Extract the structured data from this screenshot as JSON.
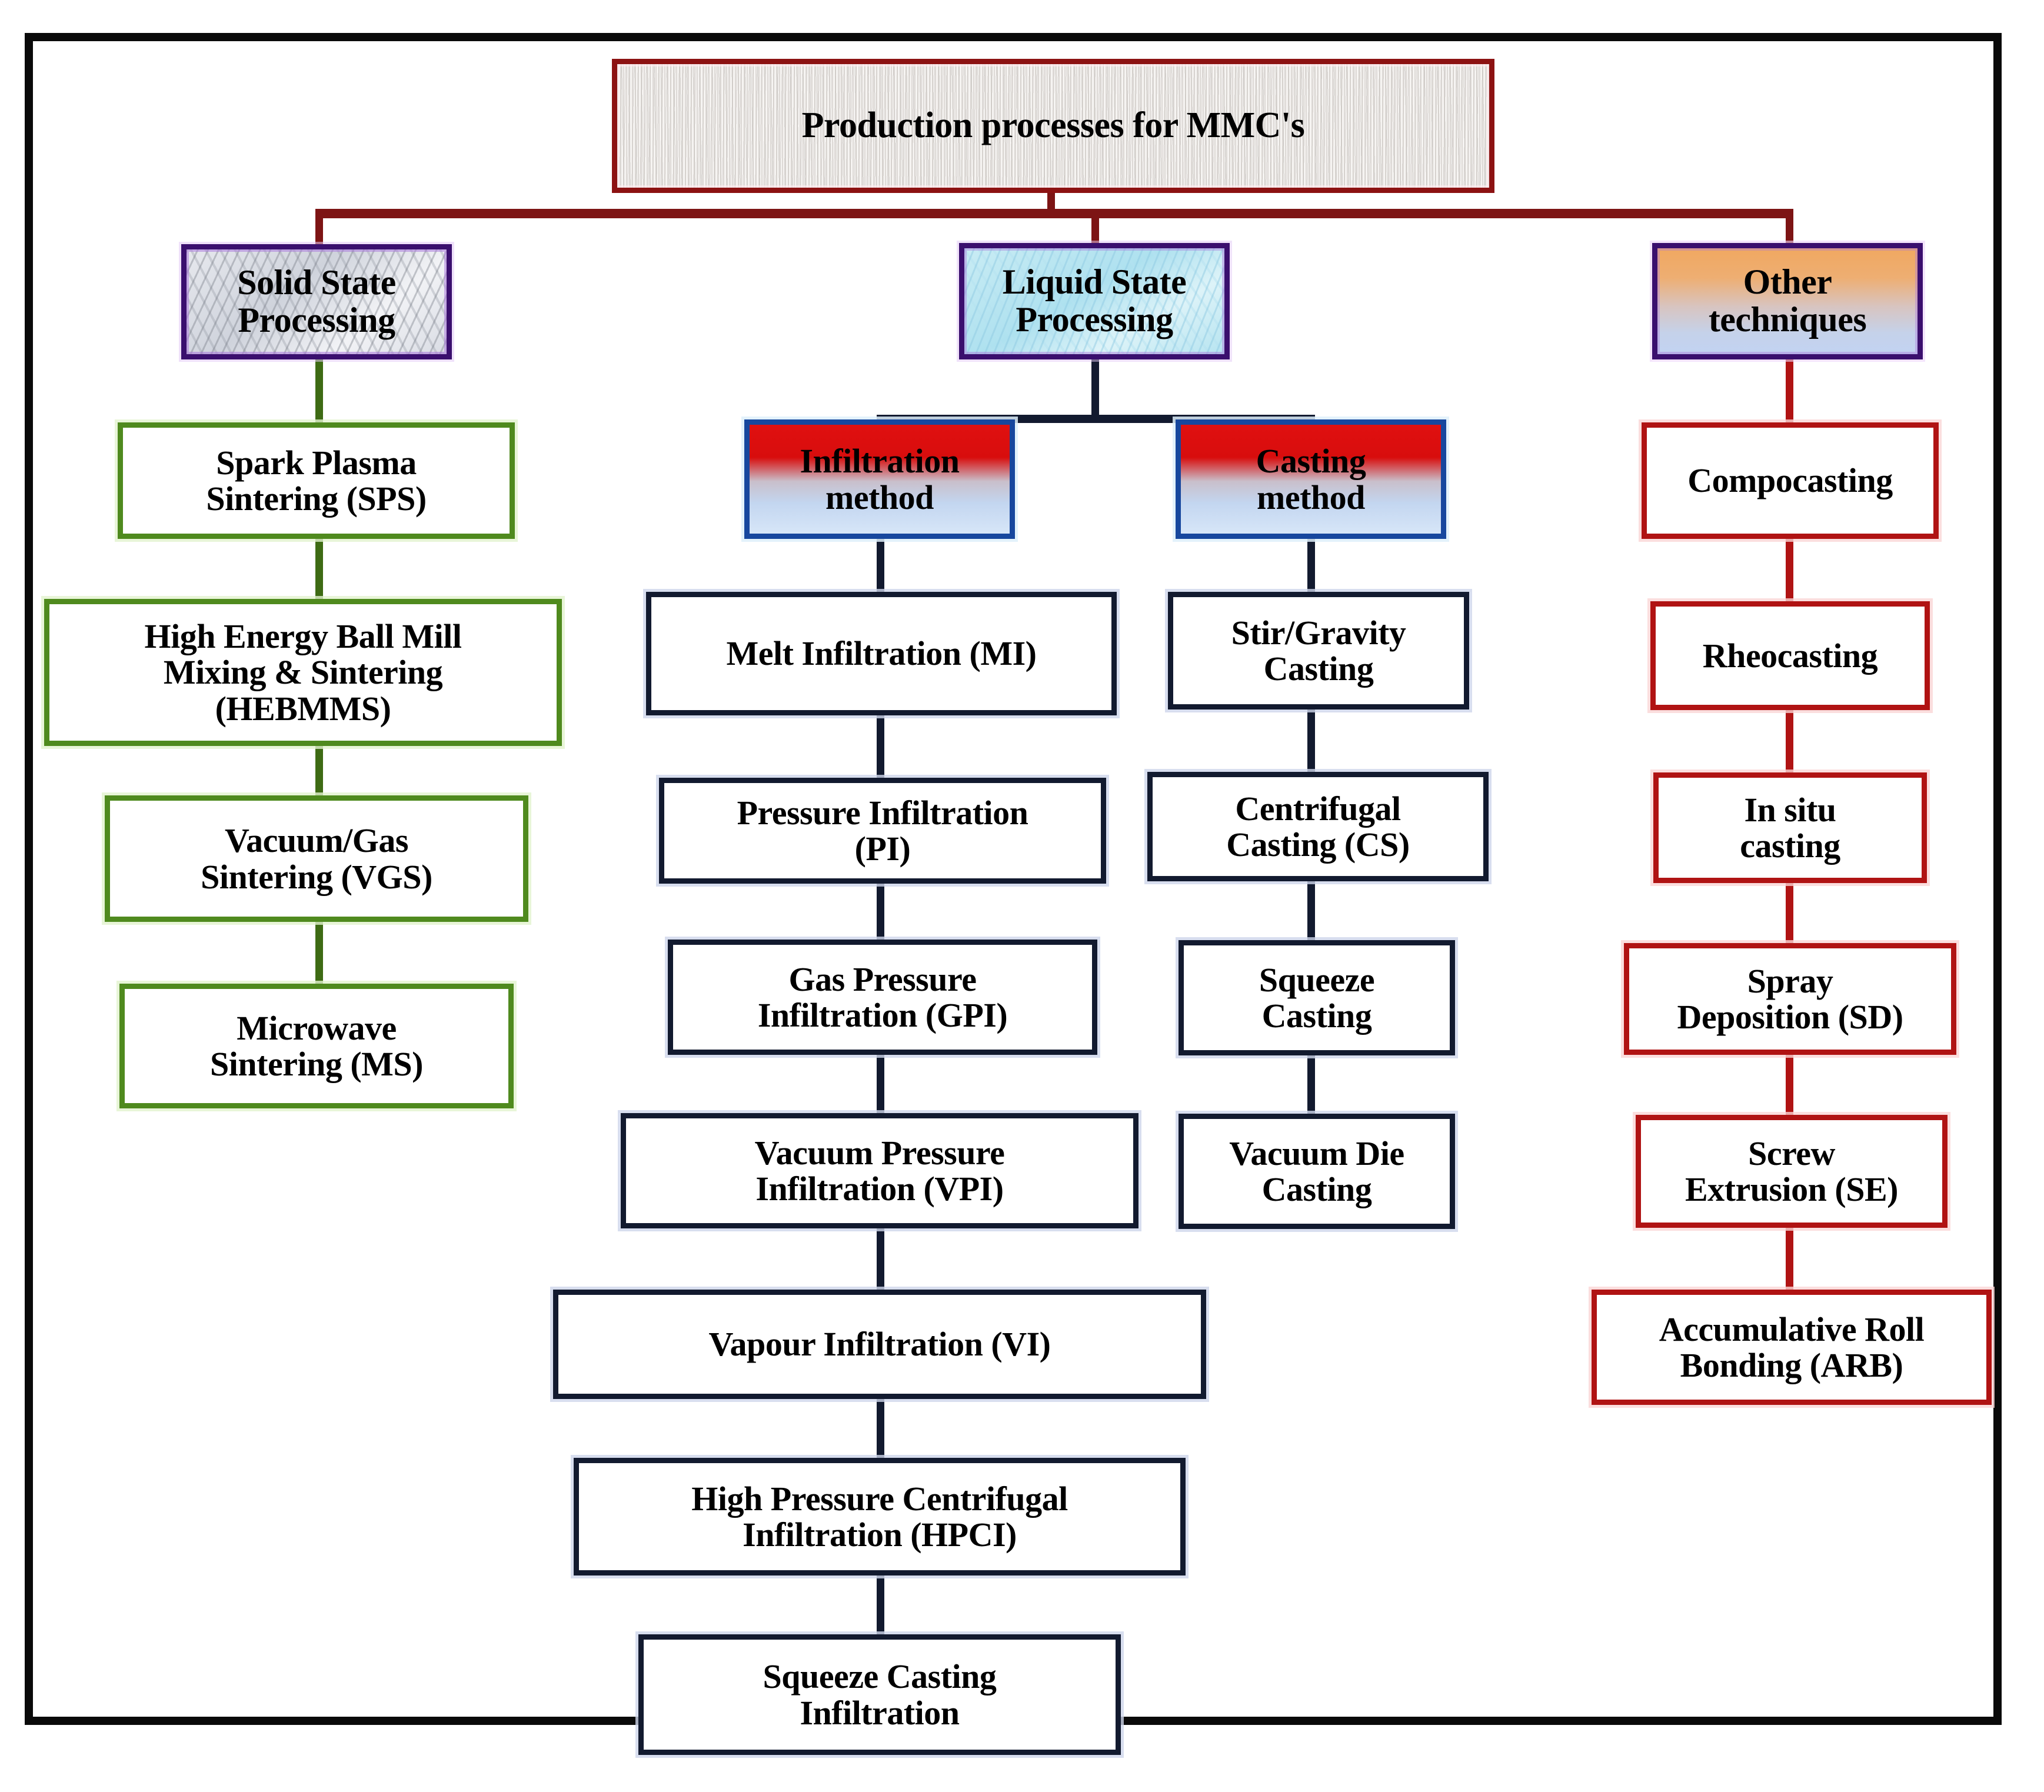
{
  "diagram": {
    "title": "Production processes for MMC's",
    "root": {
      "label": "Production processes for MMC's"
    },
    "branches": [
      {
        "id": "solid-state",
        "label": "Solid State\nProcessing"
      },
      {
        "id": "liquid-state",
        "label": "Liquid State\nProcessing"
      },
      {
        "id": "other-techniques",
        "label": "Other\ntechniques"
      }
    ],
    "methods": [
      {
        "id": "infiltration-method",
        "label": "Infiltration\nmethod"
      },
      {
        "id": "casting-method",
        "label": "Casting\nmethod"
      }
    ],
    "solid_state_items": [
      {
        "id": "sps",
        "label": "Spark Plasma\nSintering (SPS)"
      },
      {
        "id": "hebmms",
        "label": "High Energy Ball Mill\nMixing & Sintering\n(HEBMMS)"
      },
      {
        "id": "vgs",
        "label": "Vacuum/Gas\nSintering (VGS)"
      },
      {
        "id": "ms",
        "label": "Microwave\nSintering (MS)"
      }
    ],
    "infiltration_items": [
      {
        "id": "mi",
        "label": "Melt Infiltration (MI)"
      },
      {
        "id": "pi",
        "label": "Pressure Infiltration\n(PI)"
      },
      {
        "id": "gpi",
        "label": "Gas Pressure\nInfiltration (GPI)"
      },
      {
        "id": "vpi",
        "label": "Vacuum Pressure\nInfiltration (VPI)"
      },
      {
        "id": "vi",
        "label": "Vapour Infiltration (VI)"
      },
      {
        "id": "hpci",
        "label": "High Pressure Centrifugal\nInfiltration (HPCI)"
      },
      {
        "id": "sci",
        "label": "Squeeze Casting\nInfiltration"
      }
    ],
    "casting_items": [
      {
        "id": "stir-gravity",
        "label": "Stir/Gravity\nCasting"
      },
      {
        "id": "cs",
        "label": "Centrifugal\nCasting (CS)"
      },
      {
        "id": "squeeze",
        "label": "Squeeze\nCasting"
      },
      {
        "id": "vacuum-die",
        "label": "Vacuum Die\nCasting"
      }
    ],
    "other_items": [
      {
        "id": "compocasting",
        "label": "Compocasting"
      },
      {
        "id": "rheocasting",
        "label": "Rheocasting"
      },
      {
        "id": "in-situ",
        "label": "In situ\ncasting"
      },
      {
        "id": "sd",
        "label": "Spray\nDeposition (SD)"
      },
      {
        "id": "se",
        "label": "Screw\nExtrusion (SE)"
      },
      {
        "id": "arb",
        "label": "Accumulative Roll\nBonding (ARB)"
      }
    ],
    "colors": {
      "frame": "#0a0a0a",
      "title_border": "#8c1212",
      "branch_border": "#3a0f6e",
      "method_border": "#17479e",
      "method_gradient_top": "#e01010",
      "method_gradient_bottom": "#d7e6f8",
      "solid_state_column": "#4f8a1e",
      "liquid_state_column": "#121a2f",
      "other_column": "#b01313",
      "root_connector": "#7d1414"
    }
  }
}
